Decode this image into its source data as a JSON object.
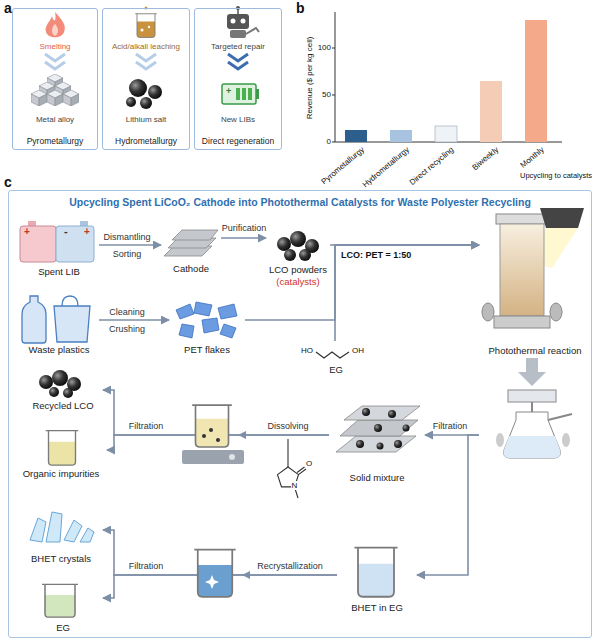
{
  "diagram": {
    "nodes": [
      {
        "text": [
          "Smelting",
          "Metal alloy",
          "Pyrometallurgy"
        ]
      },
      {
        "text": [
          "Acid/alkali leaching",
          "Lithium salt",
          "Hydrometallurgy"
        ]
      },
      {
        "text": [
          "Targeted repair",
          "New LIBs",
          "Direct regeneration"
        ]
      },
      {
        "text": [
          "Upcycling Spent LiCoO₂ Cathode into Photothermal Catalysts for Waste Polyester Recycling"
        ]
      },
      {
        "text": [
          "Spent LIB"
        ],
        "in": 3
      },
      {
        "text": [
          "Cathode"
        ],
        "in": 3
      },
      {
        "text": [
          "LCO powders",
          "(catalysts)"
        ],
        "in": 3
      },
      {
        "text": [
          "Waste plastics"
        ],
        "in": 3
      },
      {
        "text": [
          "PET flakes"
        ],
        "in": 3
      },
      {
        "text": [
          "EG"
        ],
        "in": 3
      },
      {
        "text": [
          "Photothermal reaction"
        ],
        "in": 3
      },
      {
        "text": [
          "Solid mixture"
        ],
        "in": 3
      },
      {
        "text": [
          "Recycled LCO"
        ],
        "in": 3
      },
      {
        "text": [
          "Organic impurities"
        ],
        "in": 3
      },
      {
        "text": [
          "BHET in EG"
        ],
        "in": 3
      },
      {
        "text": [
          "BHET crystals"
        ],
        "in": 3
      },
      {
        "text": [
          "EG"
        ],
        "in": 3
      }
    ],
    "edges": [
      {
        "from": 4,
        "to": 5,
        "label": "Dismantling",
        "arrow": "to"
      },
      {
        "from": 5,
        "to": 6,
        "label": "Purification",
        "arrow": "to"
      },
      {
        "from": 7,
        "to": 8,
        "label": "Cleaning",
        "arrow": "to"
      },
      {
        "from": 6,
        "to": 10,
        "arrow": "to"
      },
      {
        "from": 8,
        "to": 10,
        "arrow": "to"
      },
      {
        "from": 9,
        "to": 10,
        "arrow": "to"
      },
      {
        "from": 10,
        "to": 11,
        "label": "Filtration",
        "arrow": "to"
      },
      {
        "from": 10,
        "to": 14,
        "arrow": "to"
      },
      {
        "from": 11,
        "to": 12,
        "label": "Dissolving",
        "arrow": "to"
      },
      {
        "from": 11,
        "to": 13,
        "arrow": "to"
      },
      {
        "from": 14,
        "to": 15,
        "label": "Recrystallization",
        "arrow": "to"
      },
      {
        "from": 14,
        "to": 16,
        "arrow": "to"
      }
    ],
    "labels": [
      "a",
      "b",
      "c",
      "Revenue ($ per kg cell)",
      "0",
      "50",
      "100",
      "Pyrometallurgy",
      "Hydrometallurgy",
      "Direct recycling",
      "Biweekly",
      "Monthly",
      "Upcycling to catalysts",
      "Sorting",
      "Crushing",
      "LCO: PET = 1:50",
      "HO",
      "OH",
      "O",
      "N",
      "Filtration",
      "Filtration",
      "+",
      "-",
      "+",
      "+"
    ]
  }
}
